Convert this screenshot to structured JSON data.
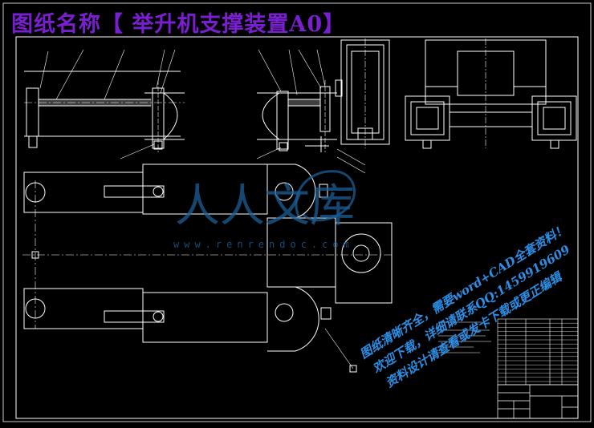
{
  "title": "图纸名称【 举升机支撑装置A0】",
  "watermark": {
    "brand": "人人文库",
    "url": "www.renrendoc.com"
  },
  "promo_lines": [
    "图纸清晰齐全，需要word+CAD全套资料！",
    "欢迎下载，详细请联系QQ:1459919609",
    "资料设计请查看或发卡下载或更正编辑"
  ],
  "colors": {
    "background": "#000000",
    "lines": "#ffffff",
    "title": "#7a1fd0",
    "watermark": "#1b5f98",
    "promo": "#2d8ee6"
  }
}
